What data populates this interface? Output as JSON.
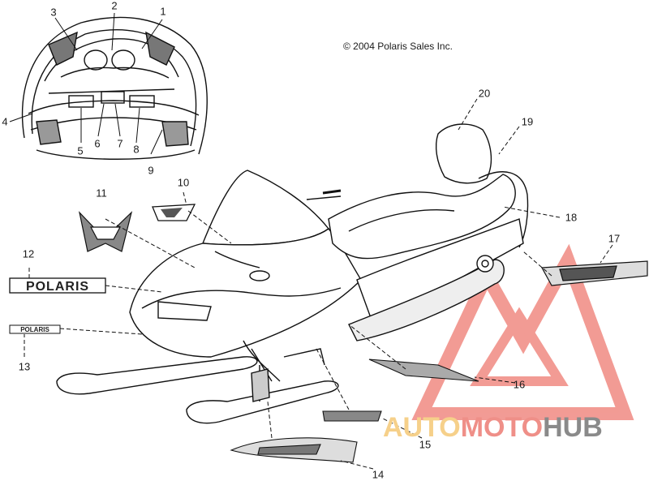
{
  "diagram": {
    "copyright": "© 2004 Polaris Sales Inc.",
    "callouts": [
      "1",
      "2",
      "3",
      "4",
      "5",
      "6",
      "7",
      "8",
      "9",
      "10",
      "11",
      "12",
      "13",
      "14",
      "15",
      "16",
      "17",
      "18",
      "19",
      "20"
    ],
    "decals": {
      "polaris_large": "POLARIS",
      "polaris_small": "POLARIS"
    }
  },
  "watermark": {
    "part1": "AUTO",
    "part2": "MOTO",
    "part3": "HUB",
    "colors": {
      "auto": "#f6d08a",
      "moto": "#ef8f88",
      "hub": "#8a8a8a",
      "logo": "#f08a82"
    }
  }
}
